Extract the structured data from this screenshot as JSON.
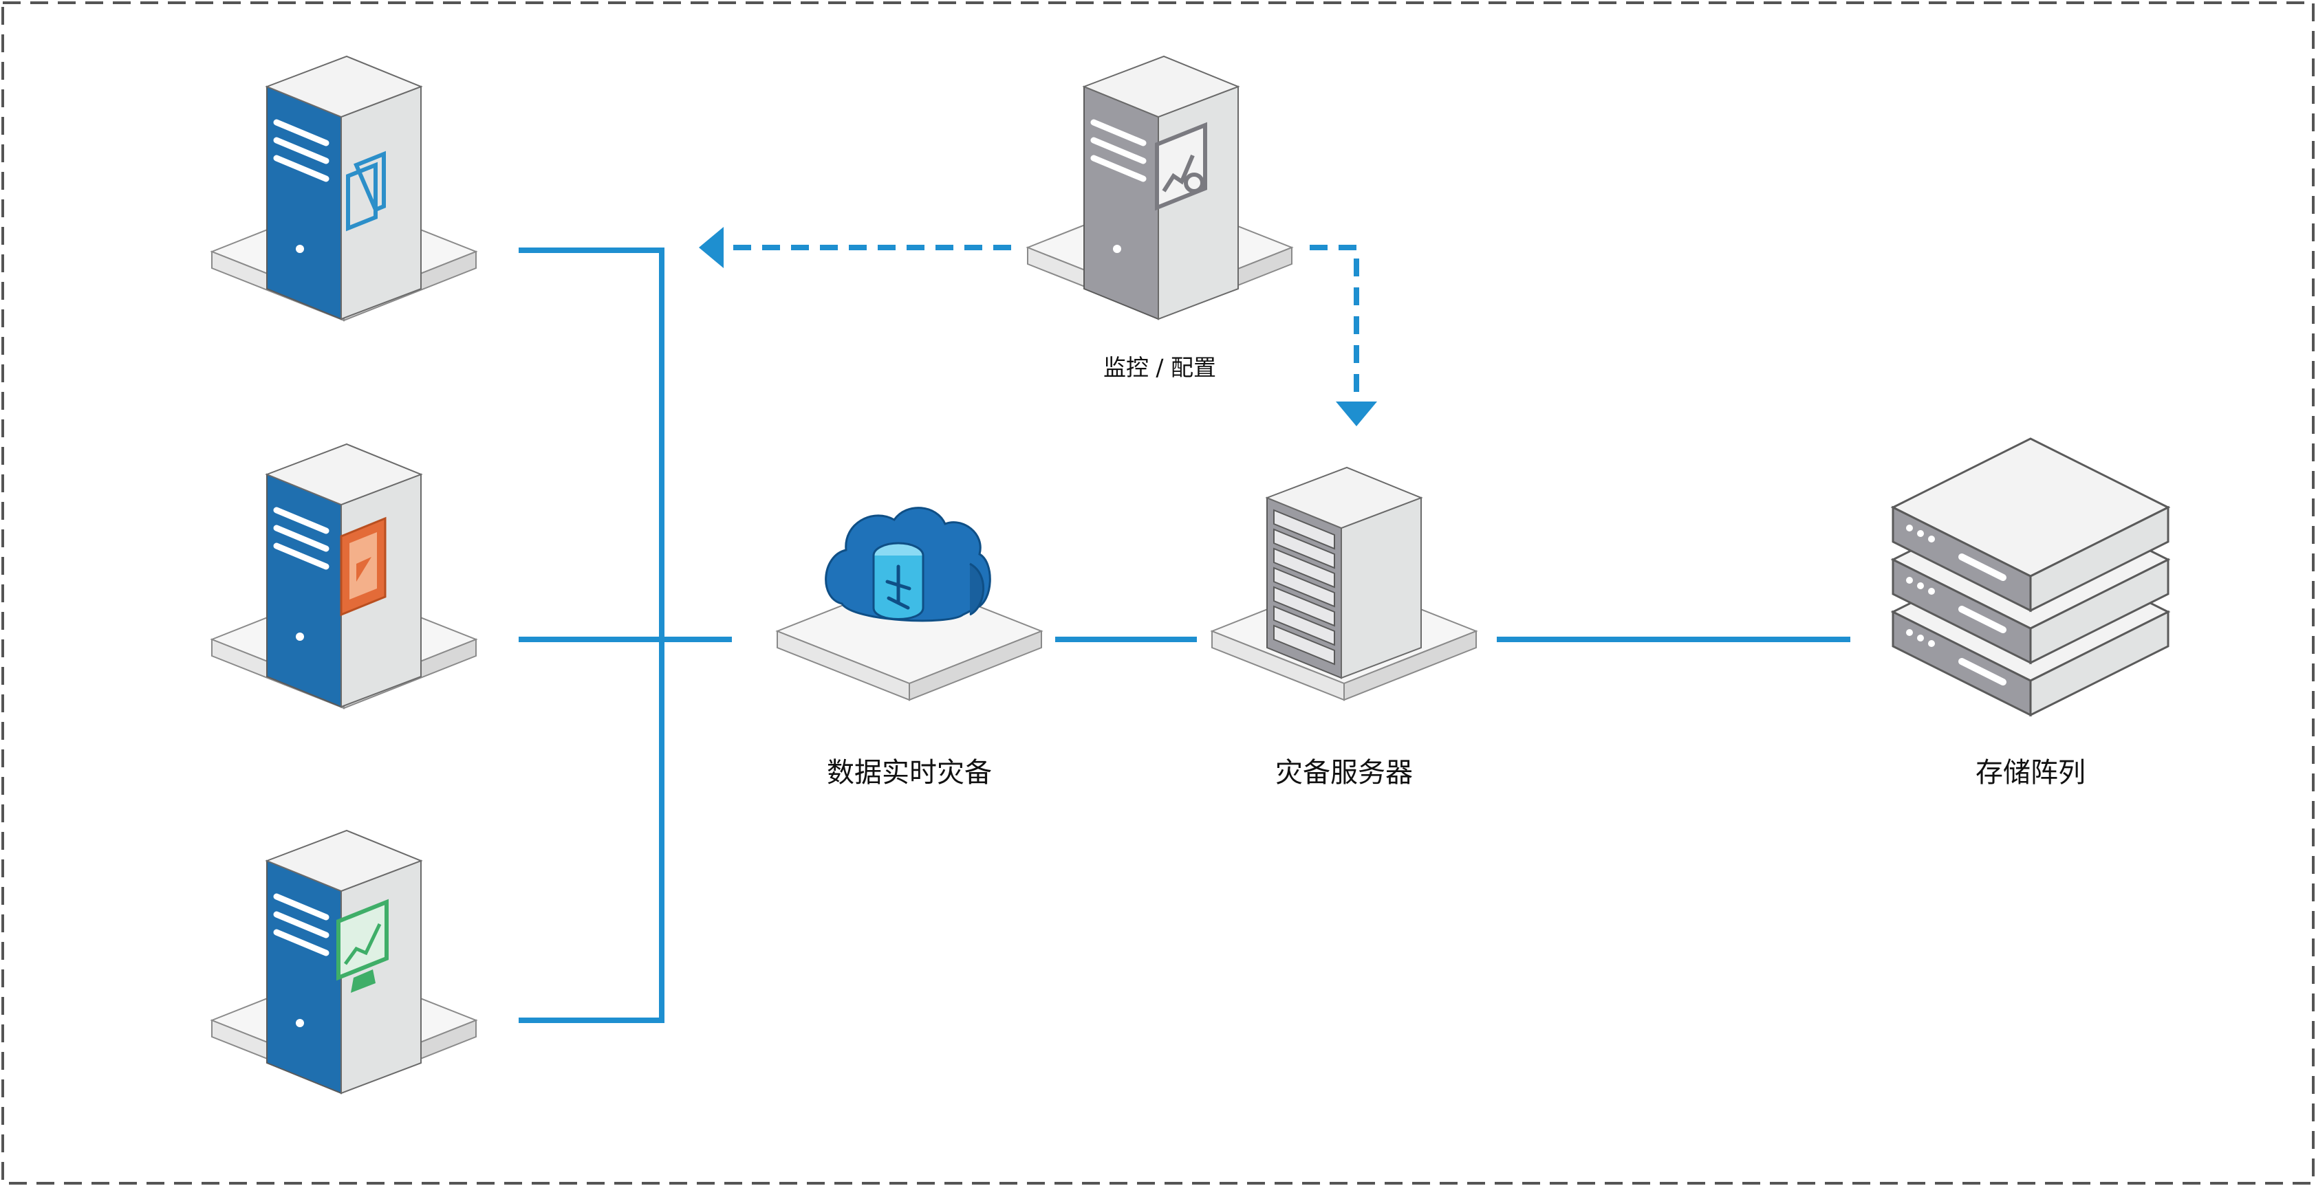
{
  "nodes": {
    "file_server": {
      "icon": "file-server-icon"
    },
    "video_server": {
      "icon": "video-server-icon"
    },
    "chart_server": {
      "icon": "chart-server-icon"
    },
    "monitor_server": {
      "icon": "monitor-server-icon",
      "label": "监控 / 配置"
    },
    "cloud": {
      "icon": "cloud-router-icon",
      "label": "数据实时灾备"
    },
    "backup_server": {
      "icon": "rack-server-icon",
      "label": "灾备服务器"
    },
    "storage": {
      "icon": "storage-array-icon",
      "label": "存储阵列"
    }
  },
  "colors": {
    "link": "#1e8fd0",
    "server_blue": "#1f6faf",
    "server_gray": "#9b9ba1",
    "panel_light": "#e1e3e3",
    "top_light": "#f3f3f3",
    "platform": "#f6f6f6",
    "video_accent": "#e36b38",
    "chart_accent": "#3fae68",
    "cloud_blue": "#1f72b9",
    "router_cyan": "#3fbce6",
    "border_dash": "#555555"
  }
}
